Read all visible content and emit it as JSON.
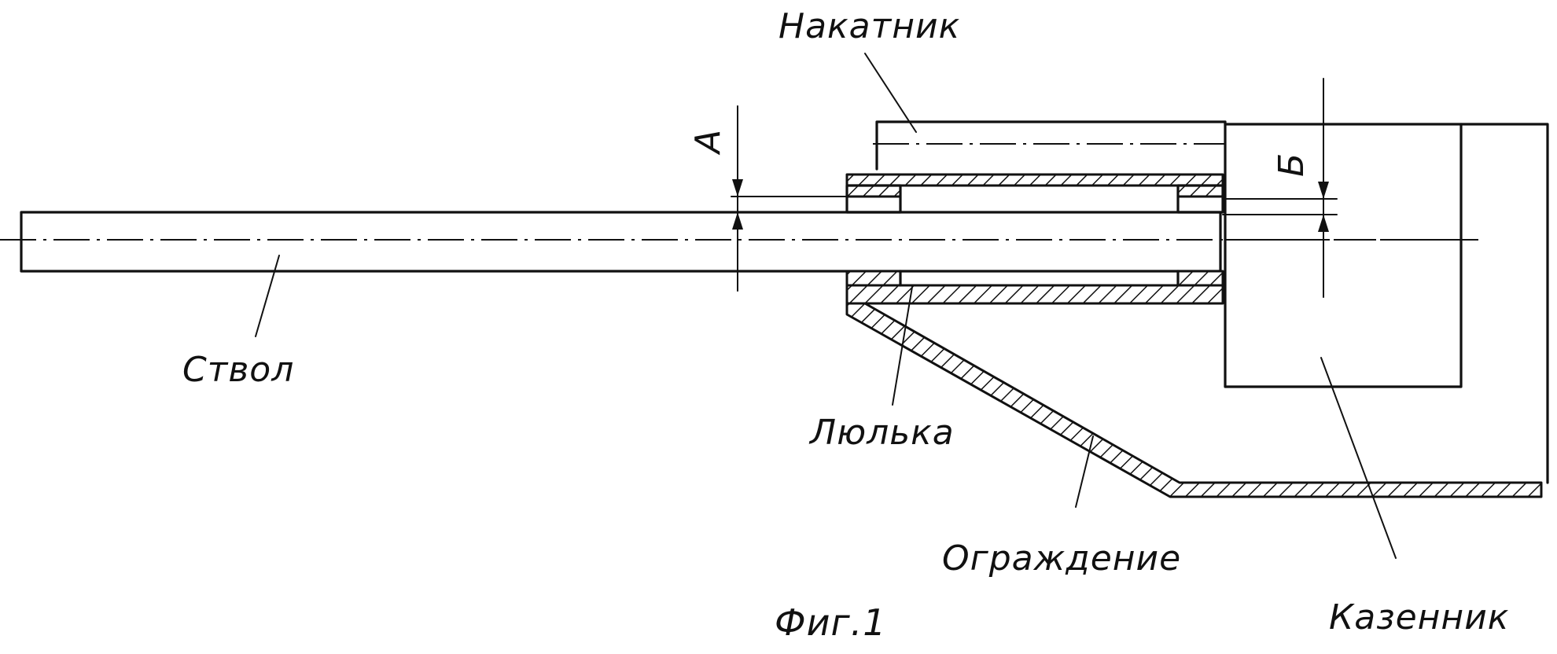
{
  "labels": {
    "nakatnik": "Накатник",
    "stvol": "Ствол",
    "lyulka": "Люлька",
    "ograzhdenie": "Ограждение",
    "kazennik": "Казенник",
    "figure": "Фиг.1",
    "dim_a": "А",
    "dim_b": "Б"
  },
  "colors": {
    "ink": "#111111",
    "paper": "#ffffff"
  }
}
